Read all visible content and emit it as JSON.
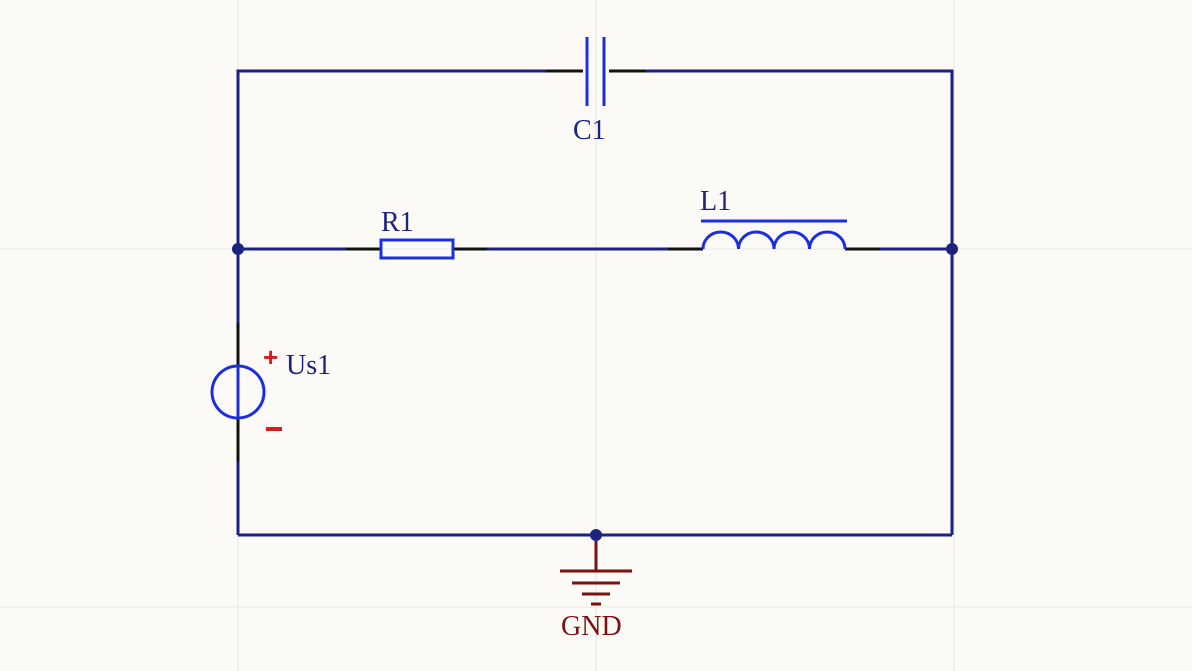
{
  "components": {
    "capacitor": {
      "designator": "C1"
    },
    "resistor": {
      "designator": "R1"
    },
    "inductor": {
      "designator": "L1"
    },
    "voltage_source": {
      "designator": "Us1",
      "plus": "+",
      "minus": "-"
    },
    "ground": {
      "net": "GND"
    }
  },
  "colors": {
    "wire": "#1b237f",
    "component": "#1c2fe0",
    "pin": "#111111",
    "ground": "#7a1212",
    "polarity": "#d81b1b",
    "background": "#fbfaf6",
    "grid": "#e9e7e1"
  }
}
